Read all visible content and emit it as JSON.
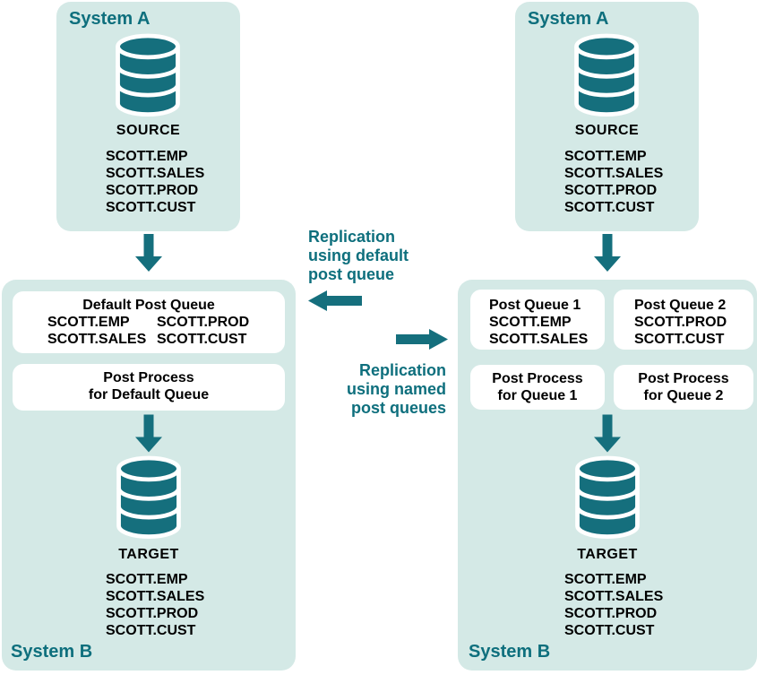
{
  "colors": {
    "teal": "#156f7d",
    "teal_text": "#0e6f7d",
    "panel_bg": "#d4e9e6",
    "box_bg": "#ffffff",
    "text": "#000000"
  },
  "left_system_a": {
    "title": "System A",
    "db_label": "SOURCE",
    "tables": [
      "SCOTT.EMP",
      "SCOTT.SALES",
      "SCOTT.PROD",
      "SCOTT.CUST"
    ]
  },
  "left_system_b": {
    "label": "System B",
    "queue_box": {
      "title": "Default Post Queue",
      "col1": [
        "SCOTT.EMP",
        "SCOTT.SALES"
      ],
      "col2": [
        "SCOTT.PROD",
        "SCOTT.CUST"
      ]
    },
    "process_box": {
      "line1": "Post Process",
      "line2": "for Default Queue"
    },
    "db_label": "TARGET",
    "tables": [
      "SCOTT.EMP",
      "SCOTT.SALES",
      "SCOTT.PROD",
      "SCOTT.CUST"
    ]
  },
  "middle": {
    "default_label": {
      "line1": "Replication",
      "line2": "using default",
      "line3": "post queue"
    },
    "named_label": {
      "line1": "Replication",
      "line2": "using named",
      "line3": "post queues"
    }
  },
  "right_system_a": {
    "title": "System A",
    "db_label": "SOURCE",
    "tables": [
      "SCOTT.EMP",
      "SCOTT.SALES",
      "SCOTT.PROD",
      "SCOTT.CUST"
    ]
  },
  "right_system_b": {
    "label": "System B",
    "queue1": {
      "title": "Post Queue 1",
      "tables": [
        "SCOTT.EMP",
        "SCOTT.SALES"
      ]
    },
    "queue2": {
      "title": "Post Queue 2",
      "tables": [
        "SCOTT.PROD",
        "SCOTT.CUST"
      ]
    },
    "process1": {
      "line1": "Post Process",
      "line2": "for Queue 1"
    },
    "process2": {
      "line1": "Post Process",
      "line2": "for Queue 2"
    },
    "db_label": "TARGET",
    "tables": [
      "SCOTT.EMP",
      "SCOTT.SALES",
      "SCOTT.PROD",
      "SCOTT.CUST"
    ]
  }
}
